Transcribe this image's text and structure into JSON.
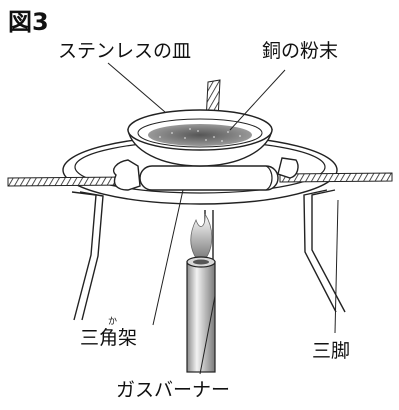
{
  "title": "図3",
  "labels": {
    "dish": "ステンレスの皿",
    "copper": "銅の粉末",
    "triangle": "三角架",
    "triangle_reading": "か",
    "tripod": "三脚",
    "burner": "ガスバーナー"
  }
}
